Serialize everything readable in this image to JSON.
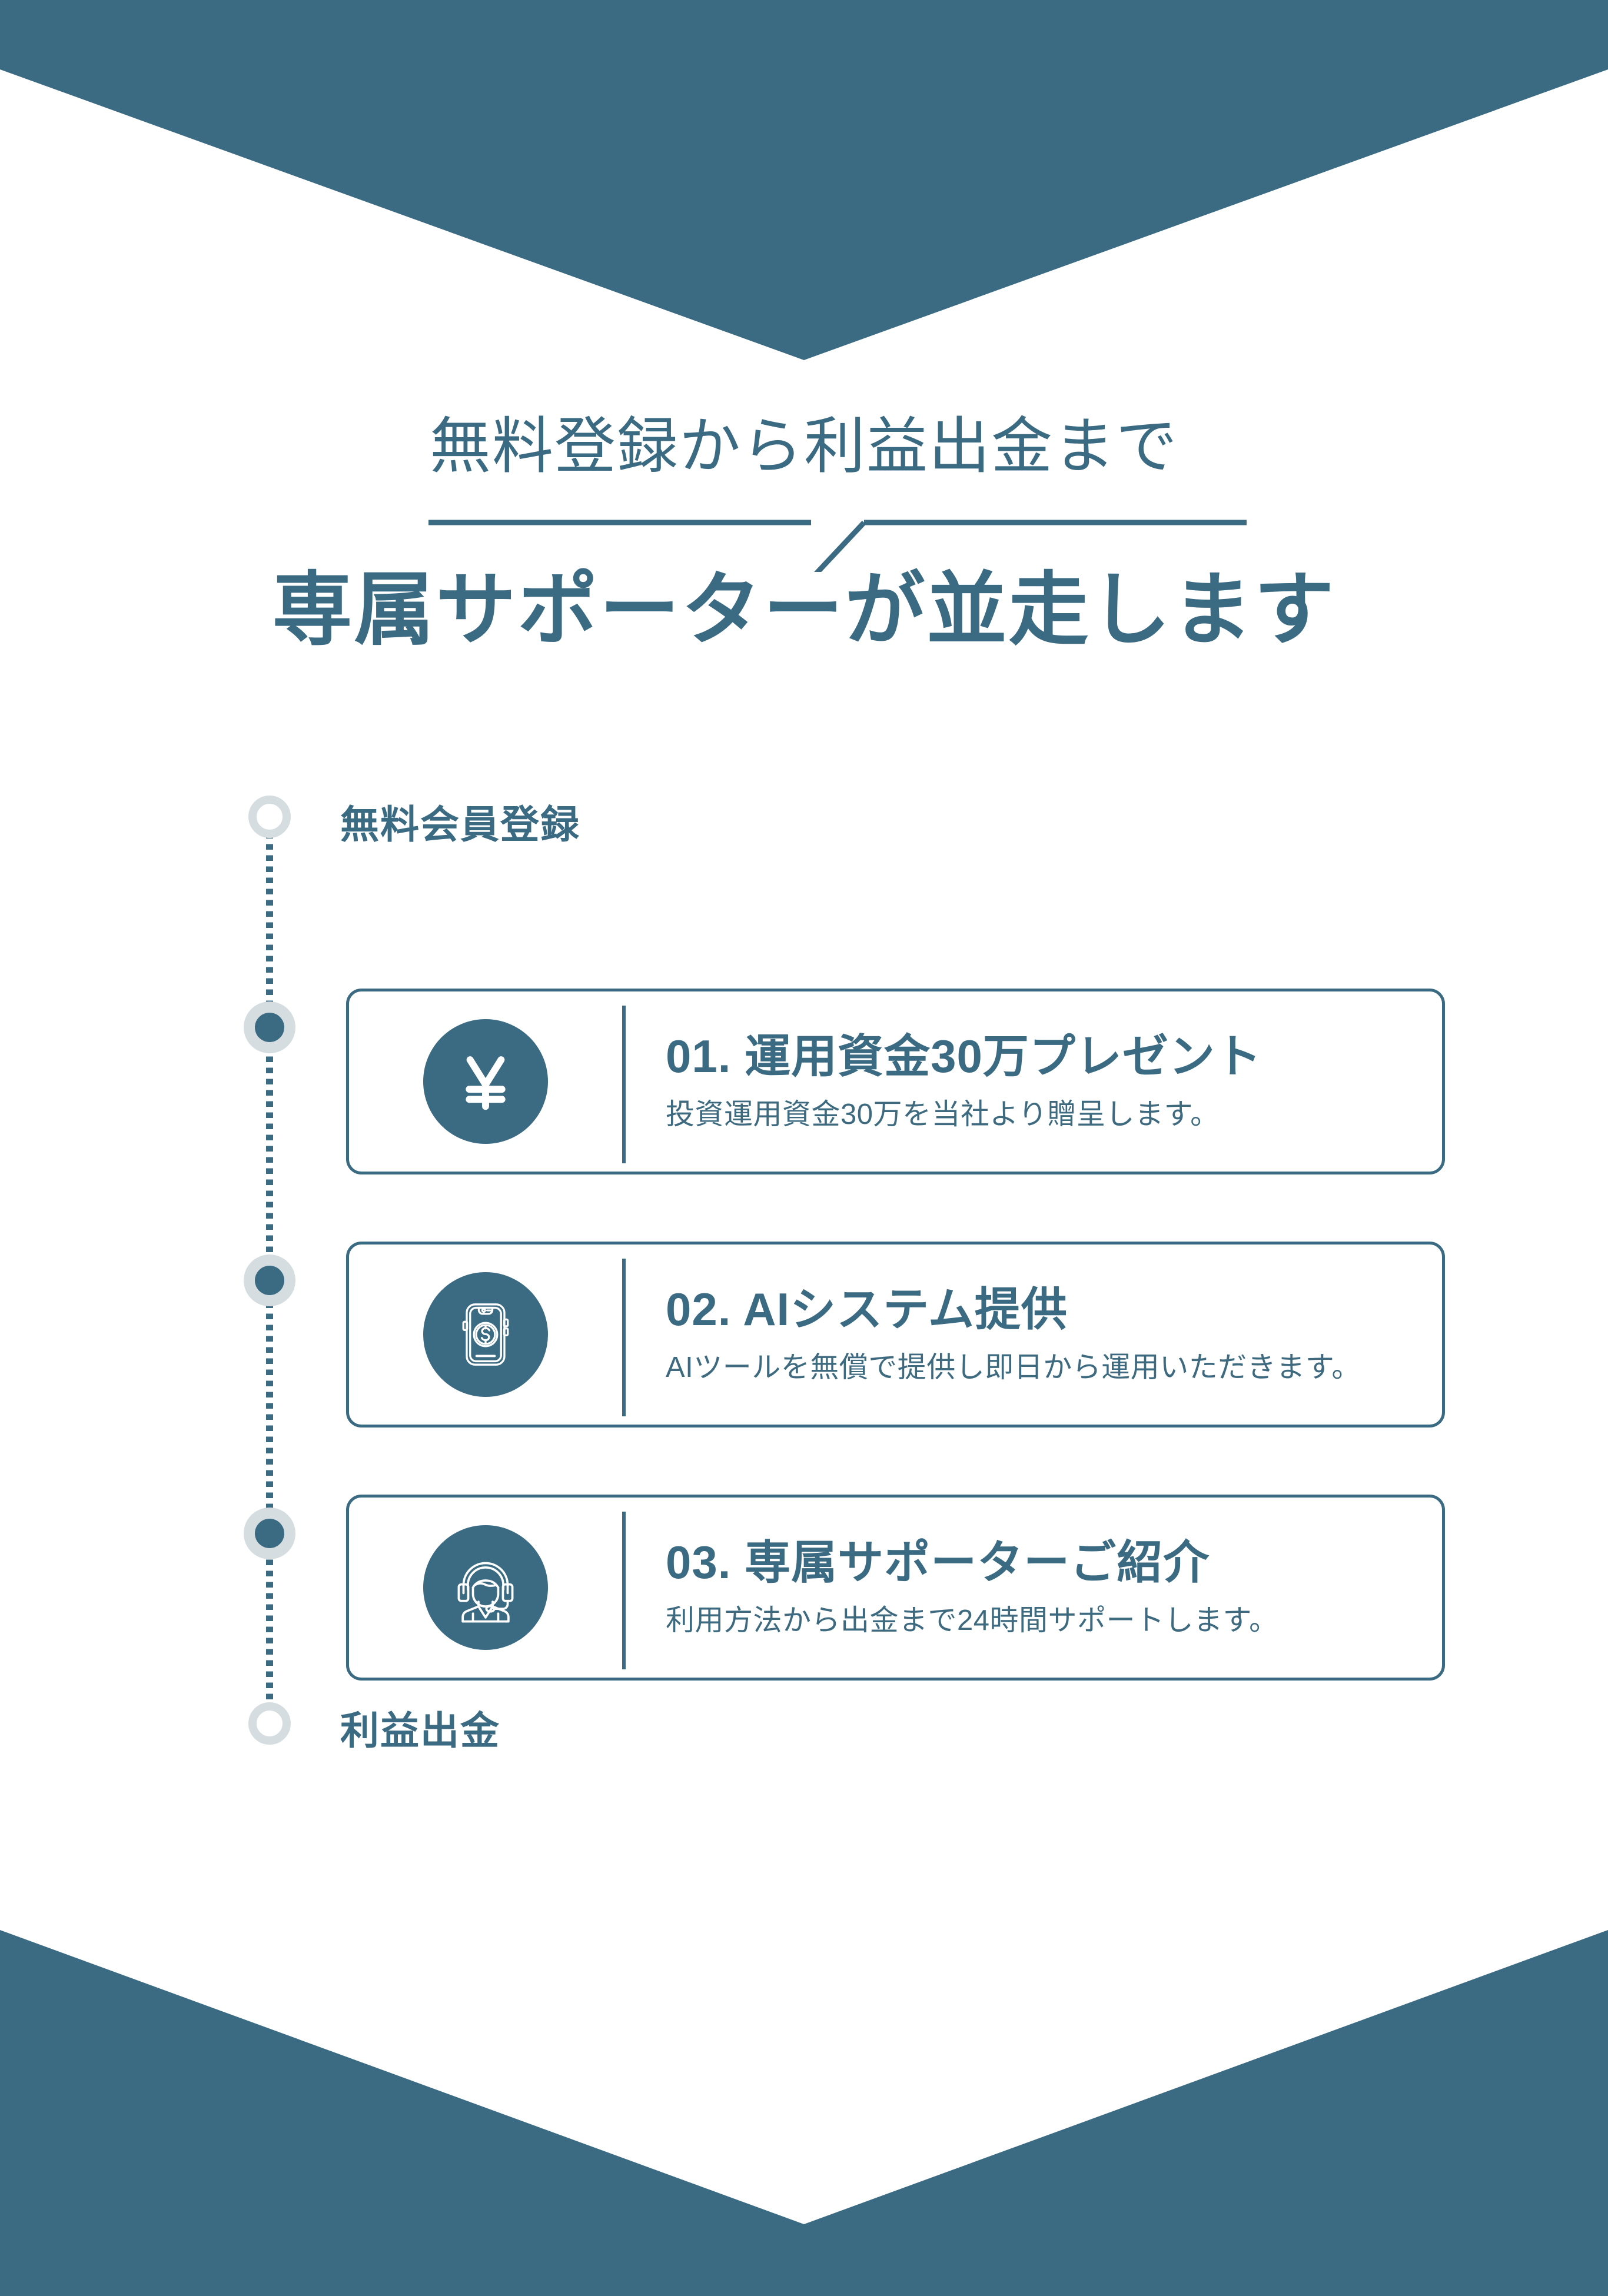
{
  "theme": {
    "accent": "#3B6A83",
    "marker_ring": "#D5DDE1",
    "background": "#FFFFFF",
    "description_text": "#3E6A80"
  },
  "header": {
    "subheading": "無料登録から利益出金まで",
    "main_heading": "専属サポーターが並走します"
  },
  "timeline": {
    "start_label": "無料会員登録",
    "end_label": "利益出金",
    "steps": [
      {
        "number": "01.",
        "title": "01. 運用資金30万プレゼント",
        "description": "投資運用資金30万を当社より贈呈します。",
        "icon": "yen-coin-icon"
      },
      {
        "number": "02.",
        "title": "02. AIシステム提供",
        "description": "AIツールを無償で提供し即日から運用いただきます。",
        "icon": "smartphone-dollar-icon"
      },
      {
        "number": "03.",
        "title": "03. 専属サポーターご紹介",
        "description": "利用方法から出金まで24時間サポートします。",
        "icon": "headset-support-icon"
      }
    ]
  }
}
